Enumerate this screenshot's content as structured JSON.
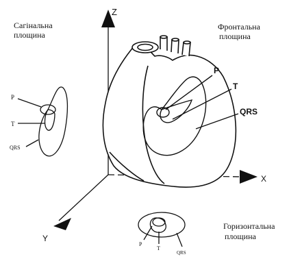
{
  "axes": {
    "z": "Z",
    "x": "X",
    "y": "Y"
  },
  "planes": {
    "sagittal": [
      "Сагінальна",
      "площина"
    ],
    "frontal": [
      "Фронтальна",
      "площина"
    ],
    "horizontal": [
      "Горизонтальна",
      "площина"
    ]
  },
  "loop_labels": {
    "frontal": {
      "p": "P",
      "t": "T",
      "qrs": "QRS"
    },
    "sagittal": {
      "p": "P",
      "t": "T",
      "qrs": "QRS"
    },
    "horizontal": {
      "p": "P",
      "t": "T",
      "qrs": "QRS"
    }
  },
  "colors": {
    "ink": "#111111",
    "background": "#ffffff"
  }
}
